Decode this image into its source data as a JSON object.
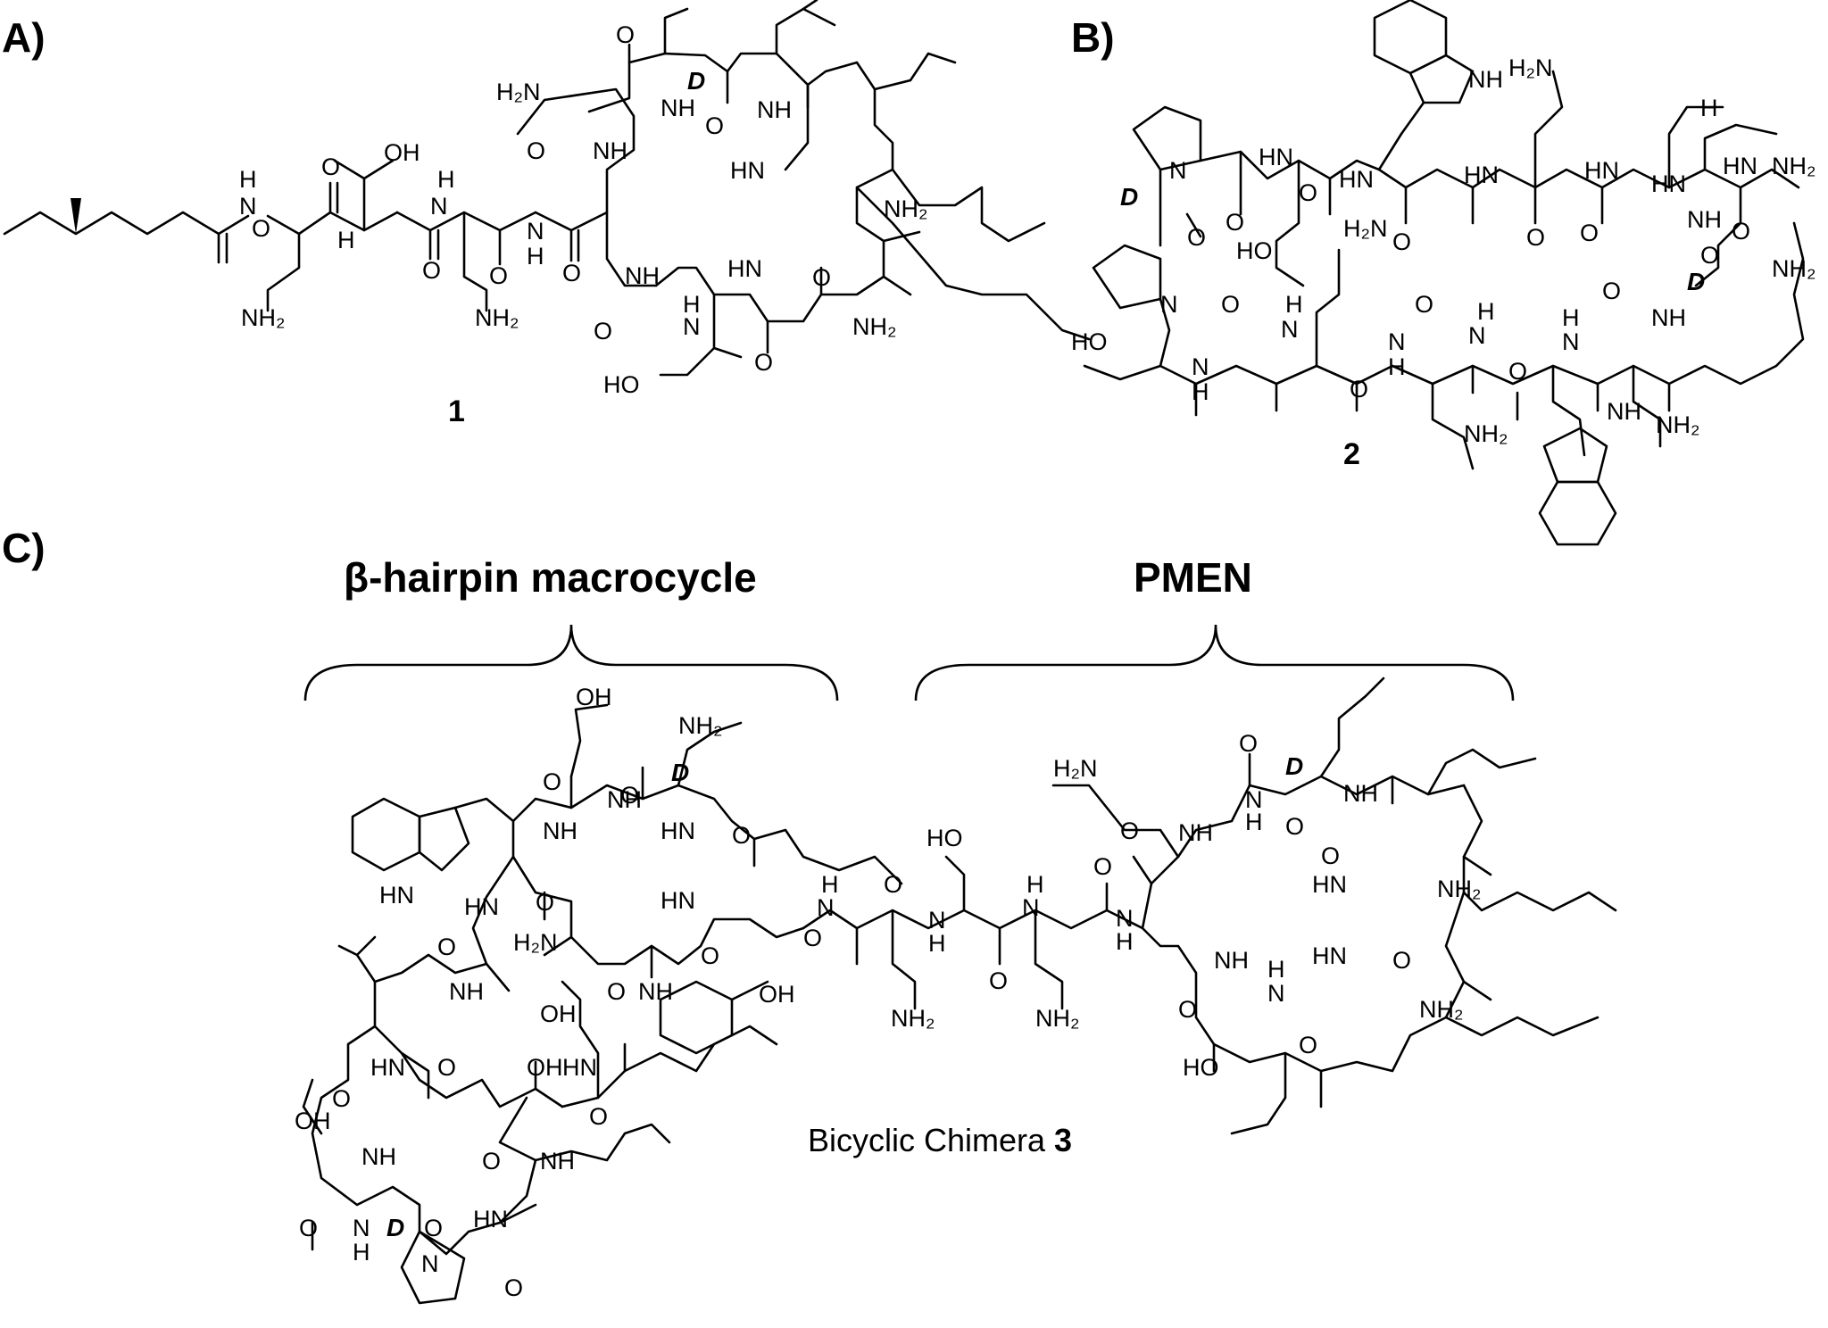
{
  "panels": {
    "a": "A)",
    "b": "B)",
    "c": "C)"
  },
  "compounds": {
    "c1": "1",
    "c2": "2"
  },
  "headings": {
    "hairpin": "β-hairpin macrocycle",
    "pmen": "PMEN"
  },
  "caption": {
    "prefix": "Bicyclic Chimera ",
    "number": "3"
  },
  "labels": {
    "nh2": "NH₂",
    "h2n": "H₂N",
    "oh": "OH",
    "ho": "HO",
    "o": "O",
    "nh": "NH",
    "hn": "HN",
    "n": "N",
    "h": "H",
    "d": "D"
  }
}
